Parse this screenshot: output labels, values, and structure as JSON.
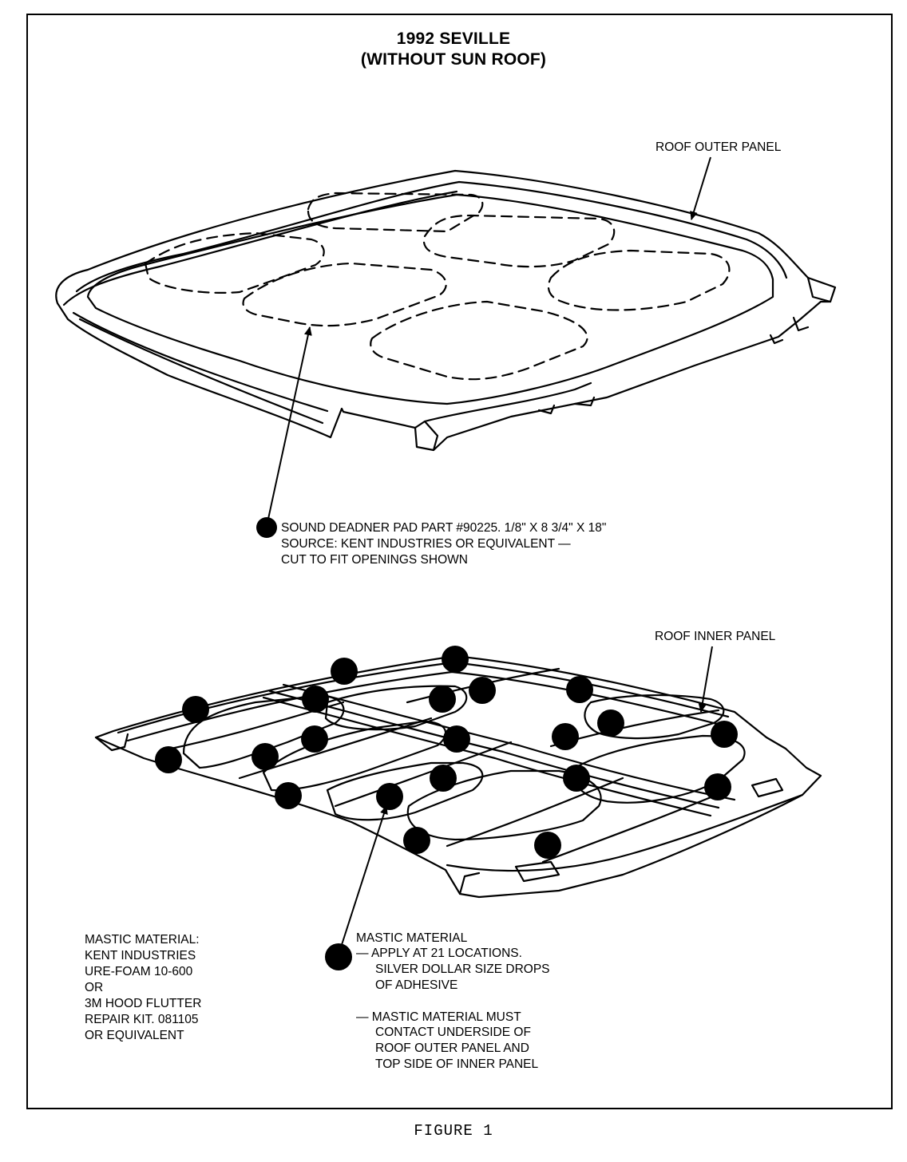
{
  "title": {
    "line1": "1992 SEVILLE",
    "line2": "(WITHOUT SUN ROOF)"
  },
  "labels": {
    "roof_outer_panel": "ROOF OUTER PANEL",
    "roof_inner_panel": "ROOF INNER PANEL"
  },
  "sound_pad_note": {
    "line1": "SOUND DEADNER PAD PART #90225. 1/8\" X 8 3/4\" X 18\"",
    "line2": "SOURCE: KENT INDUSTRIES OR EQUIVALENT —",
    "line3": "CUT TO FIT OPENINGS SHOWN"
  },
  "mastic_material_list": {
    "line1": "MASTIC MATERIAL:",
    "line2": "KENT INDUSTRIES",
    "line3": "URE-FOAM 10-600",
    "line4": "OR",
    "line5": "3M HOOD FLUTTER",
    "line6": "REPAIR KIT. 081105",
    "line7": "OR EQUIVALENT"
  },
  "mastic_note": {
    "line1": "MASTIC MATERIAL",
    "line2": "— APPLY AT 21 LOCATIONS.",
    "line3": "SILVER DOLLAR SIZE DROPS",
    "line4": "OF ADHESIVE",
    "line5": "— MASTIC MATERIAL MUST",
    "line6": "CONTACT UNDERSIDE OF",
    "line7": "ROOF OUTER PANEL AND",
    "line8": "TOP SIDE OF INNER PANEL"
  },
  "caption": "FIGURE 1",
  "colors": {
    "ink": "#000000",
    "paper": "#ffffff"
  }
}
